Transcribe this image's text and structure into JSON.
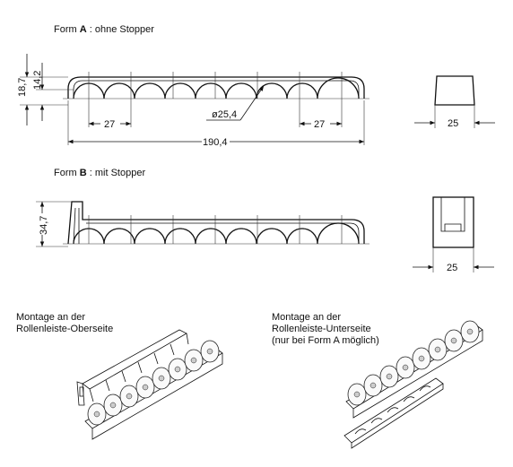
{
  "form_a": {
    "prefix": "Form ",
    "letter": "A",
    "suffix": " : ohne Stopper",
    "dim_height_total": "18,7",
    "dim_height_inner": "14,2",
    "dim_pitch_left": "27",
    "dim_pitch_right": "27",
    "dim_diameter": "ø25,4",
    "dim_length": "190,4",
    "dim_width": "25"
  },
  "form_b": {
    "prefix": "Form ",
    "letter": "B",
    "suffix": " : mit Stopper",
    "dim_height": "34,7",
    "dim_width": "25"
  },
  "mount_top": {
    "line1": "Montage an der",
    "line2": "Rollenleiste-Oberseite"
  },
  "mount_bottom": {
    "line1": "Montage an der",
    "line2": "Rollenleiste-Unterseite",
    "line3": "(nur bei Form A möglich)"
  }
}
